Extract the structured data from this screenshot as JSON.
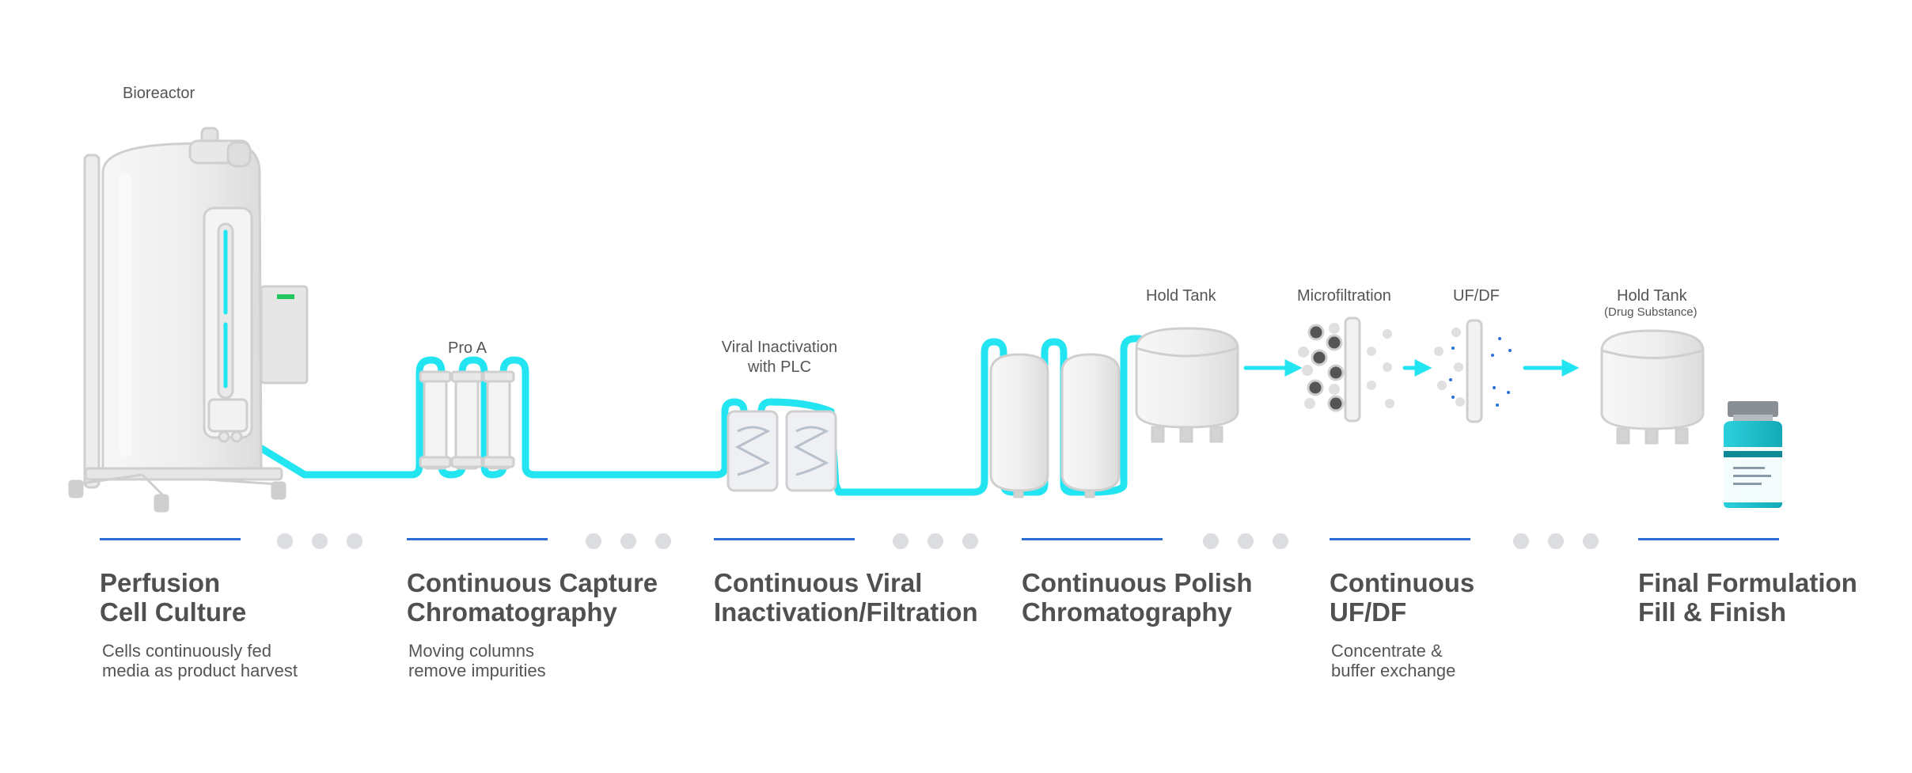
{
  "colors": {
    "pipe": "#22e5f1",
    "accent_line": "#2a6fd6",
    "equipment": "#efefef",
    "equipment_stroke": "#d0d0d0",
    "dots": "#dcdde0",
    "text": "#555555",
    "vial": "#1bb8c4",
    "status_led": "#22c55e"
  },
  "equipment_labels": {
    "bioreactor": "Bioreactor",
    "pro_a": "Pro A",
    "viral": "Viral Inactivation with PLC",
    "hold_tank": "Hold Tank",
    "microfiltration": "Microfiltration",
    "ufdf": "UF/DF",
    "hold_tank_ds": "Hold Tank",
    "hold_tank_ds_sub": "(Drug Substance)"
  },
  "stages": [
    {
      "title": "Perfusion\nCell Culture",
      "description": "Cells continuously fed\nmedia as product harvest"
    },
    {
      "title": "Continuous Capture\nChromatography",
      "description": "Moving columns\nremove impurities"
    },
    {
      "title": "Continuous Viral\nInactivation/Filtration",
      "description": ""
    },
    {
      "title": "Continuous Polish\nChromatography",
      "description": ""
    },
    {
      "title": "Continuous\nUF/DF",
      "description": "Concentrate &\nbuffer exchange"
    },
    {
      "title": "Final Formulation\nFill & Finish",
      "description": ""
    }
  ]
}
